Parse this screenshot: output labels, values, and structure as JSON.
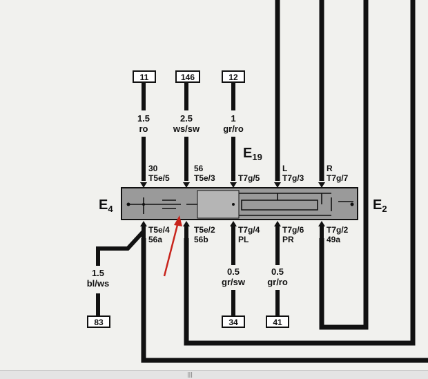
{
  "components": {
    "left": {
      "label": "E",
      "sub": "4"
    },
    "center": {
      "label": "E",
      "sub": "19"
    },
    "right": {
      "label": "E",
      "sub": "2"
    }
  },
  "top_boxes": [
    "11",
    "146",
    "12"
  ],
  "bottom_boxes": [
    "83",
    "34",
    "41"
  ],
  "top_wires": [
    {
      "size": "1.5",
      "color": "ro"
    },
    {
      "size": "2.5",
      "color": "ws/sw"
    },
    {
      "size": "1",
      "color": "gr/ro"
    }
  ],
  "bottom_wires": [
    {
      "size": "1.5",
      "color": "bl/ws"
    },
    {
      "size": "0.5",
      "color": "gr/sw"
    },
    {
      "size": "0.5",
      "color": "gr/ro"
    }
  ],
  "top_pins": [
    {
      "num": "30",
      "pin": "T5e/5"
    },
    {
      "num": "56",
      "pin": "T5e/3"
    },
    {
      "num": "",
      "pin": "T7g/5"
    },
    {
      "num": "L",
      "pin": "T7g/3"
    },
    {
      "num": "R",
      "pin": "T7g/7"
    }
  ],
  "bottom_pins": [
    {
      "pin": "T5e/4",
      "num": "56a"
    },
    {
      "pin": "T5e/2",
      "num": "56b"
    },
    {
      "pin": "T7g/4",
      "num": "PL"
    },
    {
      "pin": "T7g/6",
      "num": "PR"
    },
    {
      "pin": "T7g/2",
      "num": "49a"
    }
  ],
  "scrollbar": {
    "grip": "|||"
  },
  "colors": {
    "switch_fill": "#9a9a9a",
    "line": "#111111",
    "arrow": "#c8241c"
  }
}
